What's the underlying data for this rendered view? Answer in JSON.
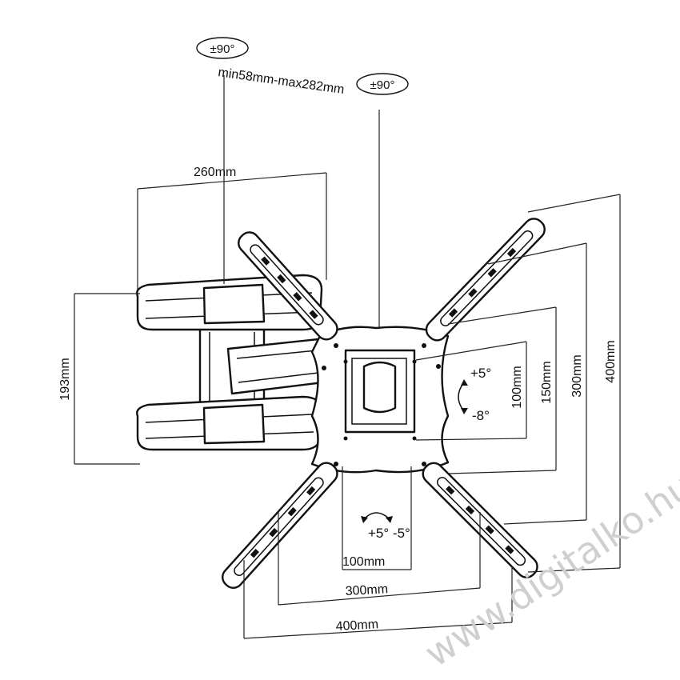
{
  "diagram": {
    "swivel_top": "±90°",
    "swivel_arm": "±90°",
    "arm_extension": "min58mm-max282mm",
    "arm_width": "260mm",
    "wall_plate_height": "193mm",
    "tilt_up": "+5°",
    "tilt_down": "-8°",
    "rotation": "+5° -5°",
    "vesa_vertical": [
      "100mm",
      "150mm",
      "300mm",
      "400mm"
    ],
    "vesa_horizontal": [
      "100mm",
      "300mm",
      "400mm"
    ]
  },
  "watermark": "www.digitalko.hu"
}
